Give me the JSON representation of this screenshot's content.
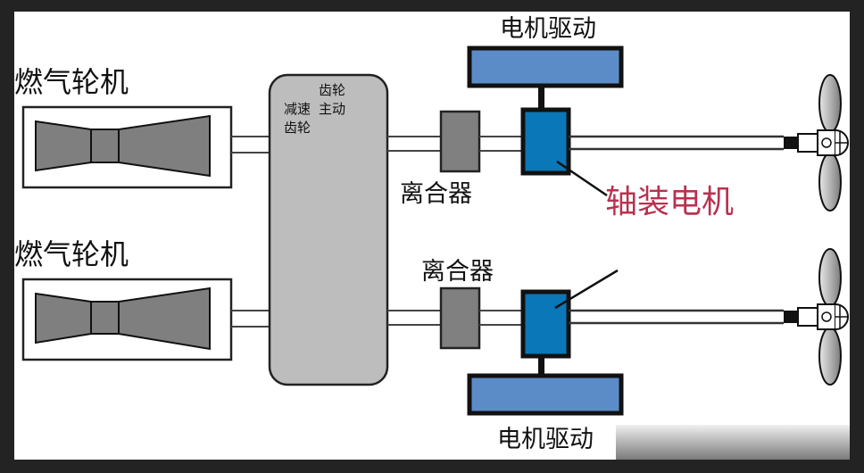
{
  "title": "燃气轮机与轴装电机混合推进系统示意图",
  "colors": {
    "turbine_fill": "#7f7f7f",
    "gearbox_fill": "#bdbdbd",
    "clutch_fill": "#808080",
    "motor_fill": "#0a77b8",
    "drive_fill": "#5b8cc8",
    "propeller_fill": "#b0b0b0",
    "highlight_label": "#b8324f"
  },
  "gas_turbines": [
    {
      "label": "燃气轮机"
    },
    {
      "label": "燃气轮机"
    }
  ],
  "gearbox": {
    "label_reduction": [
      "减速",
      "齿轮"
    ],
    "label_main": [
      "齿轮",
      "主动"
    ]
  },
  "clutches": [
    {
      "label": "离合器"
    },
    {
      "label": "离合器"
    }
  ],
  "motor_drives": [
    {
      "label": "电机驱动"
    },
    {
      "label": "电机驱动"
    }
  ],
  "shaft_motor": {
    "label": "轴装电机"
  },
  "propellers": [
    {
      "name": "upper-propeller"
    },
    {
      "name": "lower-propeller"
    }
  ]
}
